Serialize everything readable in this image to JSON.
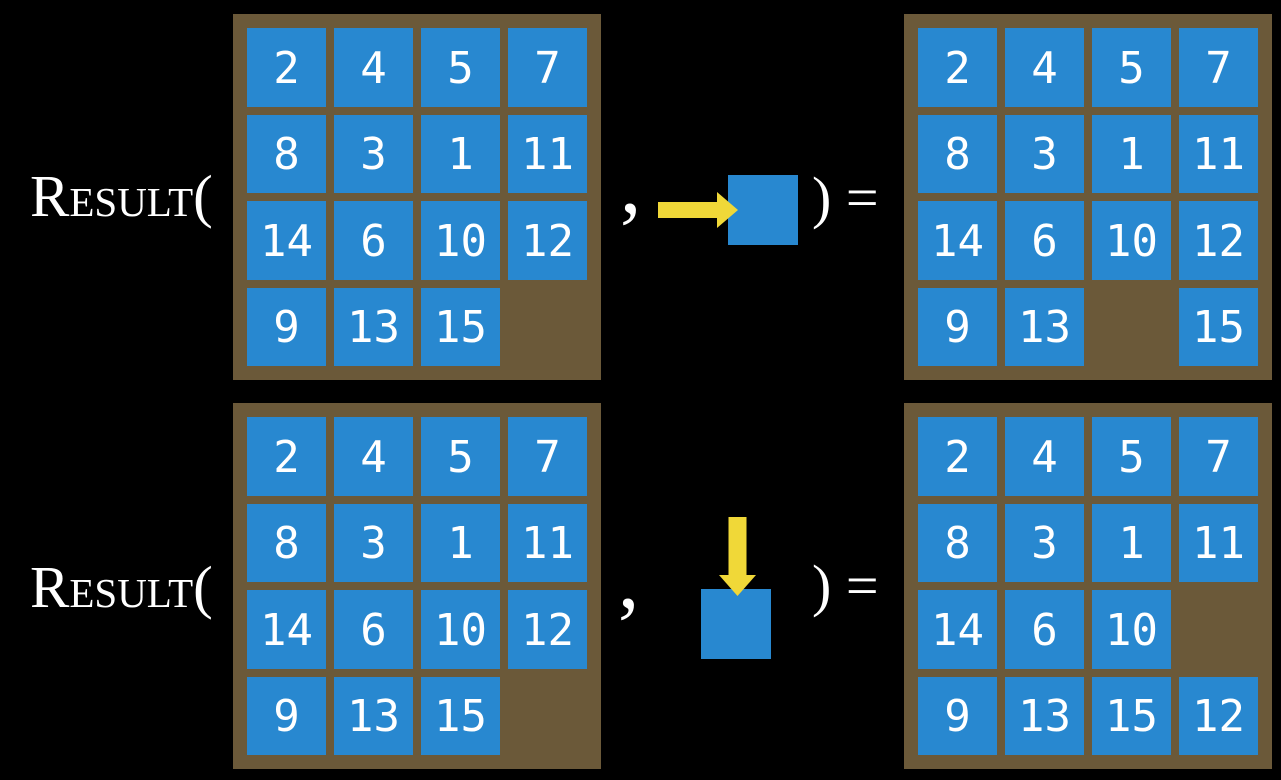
{
  "colors": {
    "tile_blue": "#2888d0",
    "frame_brown": "#6b5939",
    "arrow_yellow": "#f0d838",
    "text_white": "#ffffff",
    "background_black": "#000000"
  },
  "rows": [
    {
      "function_label": "Result(",
      "comma": ",",
      "close_label": ") =",
      "action": {
        "direction": "right",
        "icon": "right-arrow-icon",
        "operand": "blank-tile-square"
      },
      "before_grid": [
        [
          2,
          4,
          5,
          7
        ],
        [
          8,
          3,
          1,
          11
        ],
        [
          14,
          6,
          10,
          12
        ],
        [
          9,
          13,
          15,
          null
        ]
      ],
      "after_grid": [
        [
          2,
          4,
          5,
          7
        ],
        [
          8,
          3,
          1,
          11
        ],
        [
          14,
          6,
          10,
          12
        ],
        [
          9,
          13,
          null,
          15
        ]
      ]
    },
    {
      "function_label": "Result(",
      "comma": ",",
      "close_label": ") =",
      "action": {
        "direction": "down",
        "icon": "down-arrow-icon",
        "operand": "blank-tile-square"
      },
      "before_grid": [
        [
          2,
          4,
          5,
          7
        ],
        [
          8,
          3,
          1,
          11
        ],
        [
          14,
          6,
          10,
          12
        ],
        [
          9,
          13,
          15,
          null
        ]
      ],
      "after_grid": [
        [
          2,
          4,
          5,
          7
        ],
        [
          8,
          3,
          1,
          11
        ],
        [
          14,
          6,
          10,
          null
        ],
        [
          9,
          13,
          15,
          12
        ]
      ]
    }
  ]
}
